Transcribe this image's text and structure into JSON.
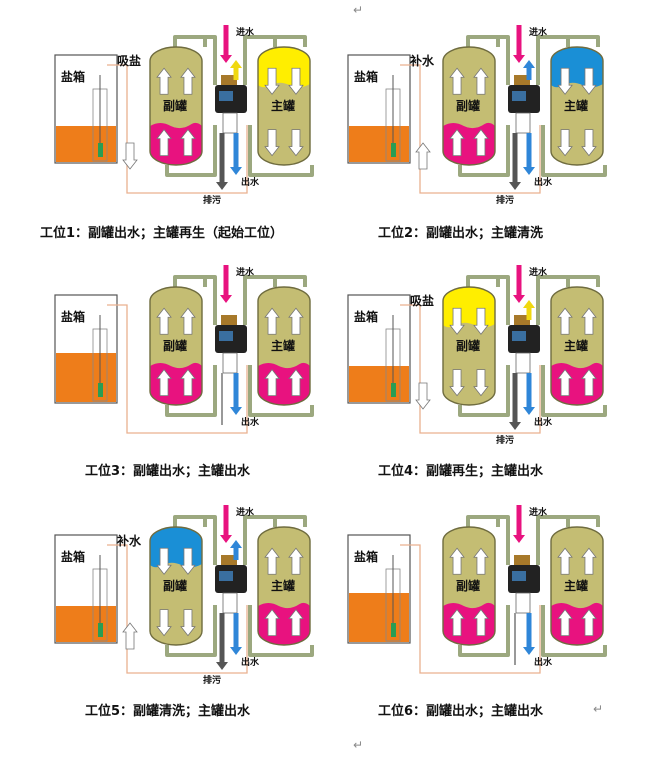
{
  "marks": {
    "paragraph": "↵"
  },
  "labels": {
    "inlet": "进水",
    "outlet": "出水",
    "drain": "排污",
    "brine_draw": "吸盐",
    "refill": "补水",
    "salt_box": "盐箱",
    "aux_tank": "副罐",
    "main_tank": "主罐"
  },
  "colors": {
    "resin": "#c4bd73",
    "exhausted": "#e8127f",
    "regen": "#ffee00",
    "rinse": "#1a8fd6",
    "brine": "#ee7d1a",
    "pipe": "#9ca87f",
    "inlet_arrow": "#e8127f",
    "outlet_arrow": "#2f86d8",
    "drain_arrow": "#555555",
    "brine_line": "#e9b08f"
  },
  "panels": [
    {
      "caption": "工位1：副罐出水；主罐再生（起始工位）",
      "salt_level": 0.34,
      "salt_tag": "吸盐",
      "aux": {
        "top": null,
        "bottom": "exhausted",
        "dirs": [
          "up",
          "up"
        ]
      },
      "main": {
        "top": "regen",
        "bottom": null,
        "dirs": [
          "down",
          "down"
        ]
      },
      "drain": true
    },
    {
      "caption": "工位2：副罐出水；主罐清洗",
      "salt_level": 0.34,
      "salt_tag": "补水",
      "aux": {
        "top": null,
        "bottom": "exhausted",
        "dirs": [
          "up",
          "up"
        ]
      },
      "main": {
        "top": "rinse",
        "bottom": null,
        "dirs": [
          "down",
          "down"
        ]
      },
      "drain": true
    },
    {
      "caption": "工位3：副罐出水；主罐出水",
      "salt_level": 0.46,
      "salt_tag": "",
      "aux": {
        "top": null,
        "bottom": "exhausted",
        "dirs": [
          "up",
          "up"
        ]
      },
      "main": {
        "top": null,
        "bottom": "exhausted",
        "dirs": [
          "up",
          "up"
        ]
      },
      "drain": false
    },
    {
      "caption": "工位4：副罐再生；主罐出水",
      "salt_level": 0.34,
      "salt_tag": "吸盐",
      "aux": {
        "top": "regen",
        "bottom": null,
        "dirs": [
          "down",
          "down"
        ]
      },
      "main": {
        "top": null,
        "bottom": "exhausted",
        "dirs": [
          "up",
          "up"
        ]
      },
      "drain": true
    },
    {
      "caption": "工位5：副罐清洗；主罐出水",
      "salt_level": 0.34,
      "salt_tag": "补水",
      "aux": {
        "top": "rinse",
        "bottom": null,
        "dirs": [
          "down",
          "down"
        ]
      },
      "main": {
        "top": null,
        "bottom": "exhausted",
        "dirs": [
          "up",
          "up"
        ]
      },
      "drain": true
    },
    {
      "caption": "工位6：副罐出水；主罐出水",
      "salt_level": 0.46,
      "salt_tag": "",
      "aux": {
        "top": null,
        "bottom": "exhausted",
        "dirs": [
          "up",
          "up"
        ]
      },
      "main": {
        "top": null,
        "bottom": "exhausted",
        "dirs": [
          "up",
          "up"
        ]
      },
      "drain": false
    }
  ]
}
